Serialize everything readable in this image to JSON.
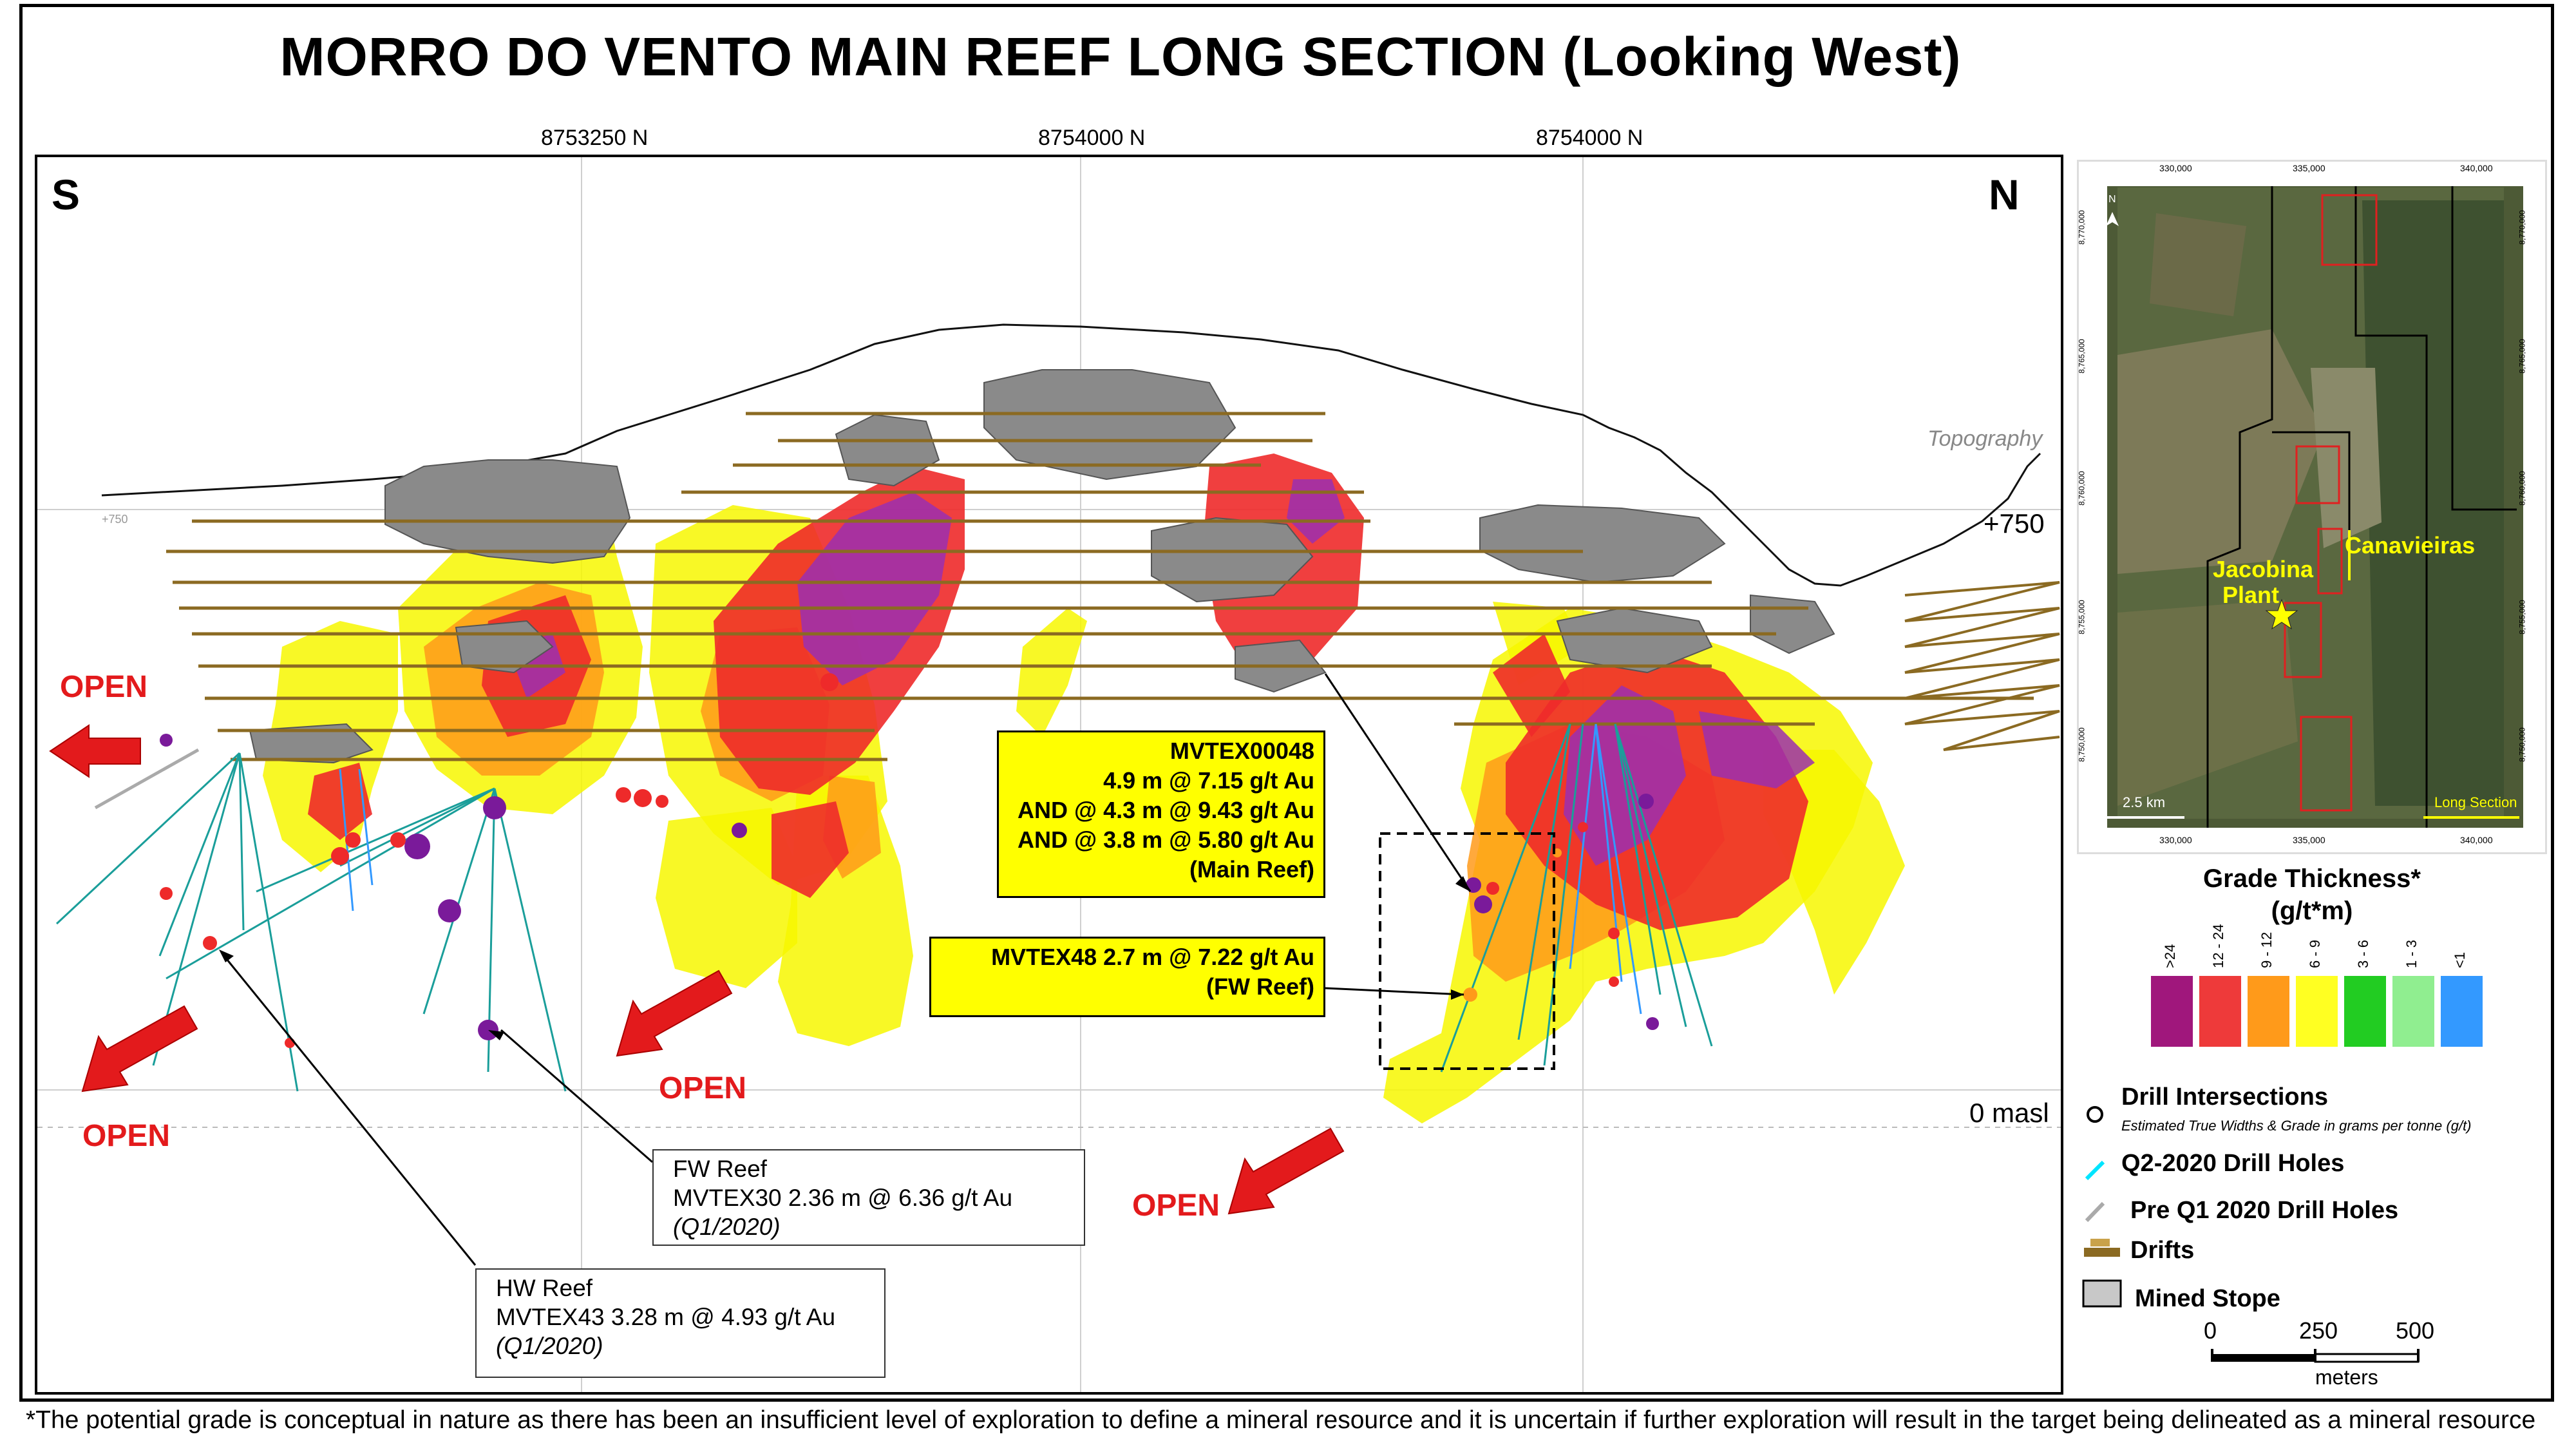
{
  "title": "MORRO DO VENTO MAIN REEF LONG SECTION (Looking West)",
  "northings": [
    "8753250 N",
    "8754000 N",
    "8754000 N"
  ],
  "section": {
    "south_label": "S",
    "north_label": "N",
    "topography_label": "Topography",
    "elev_750": "+750",
    "elev_750_small": "+750",
    "elev_0": "0 masl",
    "open_label": "OPEN"
  },
  "callouts": {
    "mvtex00048": [
      "MVTEX00048",
      "4.9 m @ 7.15 g/t Au",
      "AND @ 4.3 m @ 9.43 g/t Au",
      "AND @ 3.8 m @ 5.80 g/t Au",
      "(Main Reef)"
    ],
    "mvtex48": [
      "MVTEX48 2.7 m @ 7.22 g/t Au",
      "(FW Reef)"
    ],
    "fw_reef": [
      "FW Reef",
      "MVTEX30 2.36 m @ 6.36 g/t Au",
      "(Q1/2020)"
    ],
    "hw_reef": [
      "HW Reef",
      "MVTEX43 3.28 m @ 4.93 g/t Au",
      "(Q1/2020)"
    ]
  },
  "inset": {
    "top_ticks": [
      "330,000",
      "335,000",
      "340,000"
    ],
    "bottom_ticks": [
      "330,000",
      "335,000",
      "340,000"
    ],
    "left_ticks": [
      "8,770,000",
      "8,765,000",
      "8,760,000",
      "8,755,000",
      "8,750,000"
    ],
    "right_ticks": [
      "8,770,000",
      "8,765,000",
      "8,760,000",
      "8,755,000",
      "8,750,000"
    ],
    "north_arrow": "N",
    "canavieiras": "Canavieiras",
    "jacobina": "Jacobina",
    "plant": "Plant",
    "scale": "2.5 km",
    "long_section": "Long Section"
  },
  "legend": {
    "grade_title": "Grade Thickness*",
    "grade_units": "(g/t*m)",
    "bins": [
      {
        "label": ">24",
        "color": "#a0177c"
      },
      {
        "label": "12 - 24",
        "color": "#ee3a3a"
      },
      {
        "label": "9 - 12",
        "color": "#ff9a1a"
      },
      {
        "label": "6 - 9",
        "color": "#ffff22"
      },
      {
        "label": "3 - 6",
        "color": "#22cc22"
      },
      {
        "label": "1 - 3",
        "color": "#90ee90"
      },
      {
        "label": "<1",
        "color": "#3399ff"
      }
    ],
    "drill_intersections": "Drill Intersections",
    "drill_note": "Estimated True Widths & Grade in grams per tonne (g/t)",
    "q2_holes": "Q2-2020 Drill Holes",
    "pre_q1_holes": "Pre Q1 2020 Drill Holes",
    "drifts": "Drifts",
    "mined_stope": "Mined Stope",
    "scale_ticks": [
      "0",
      "250",
      "500"
    ],
    "scale_unit": "meters"
  },
  "footnote": "*The potential grade is conceptual in nature as there has been an insufficient level of exploration to define a mineral resource and it is uncertain if further exploration will result in the target being delineated as a mineral resource"
}
